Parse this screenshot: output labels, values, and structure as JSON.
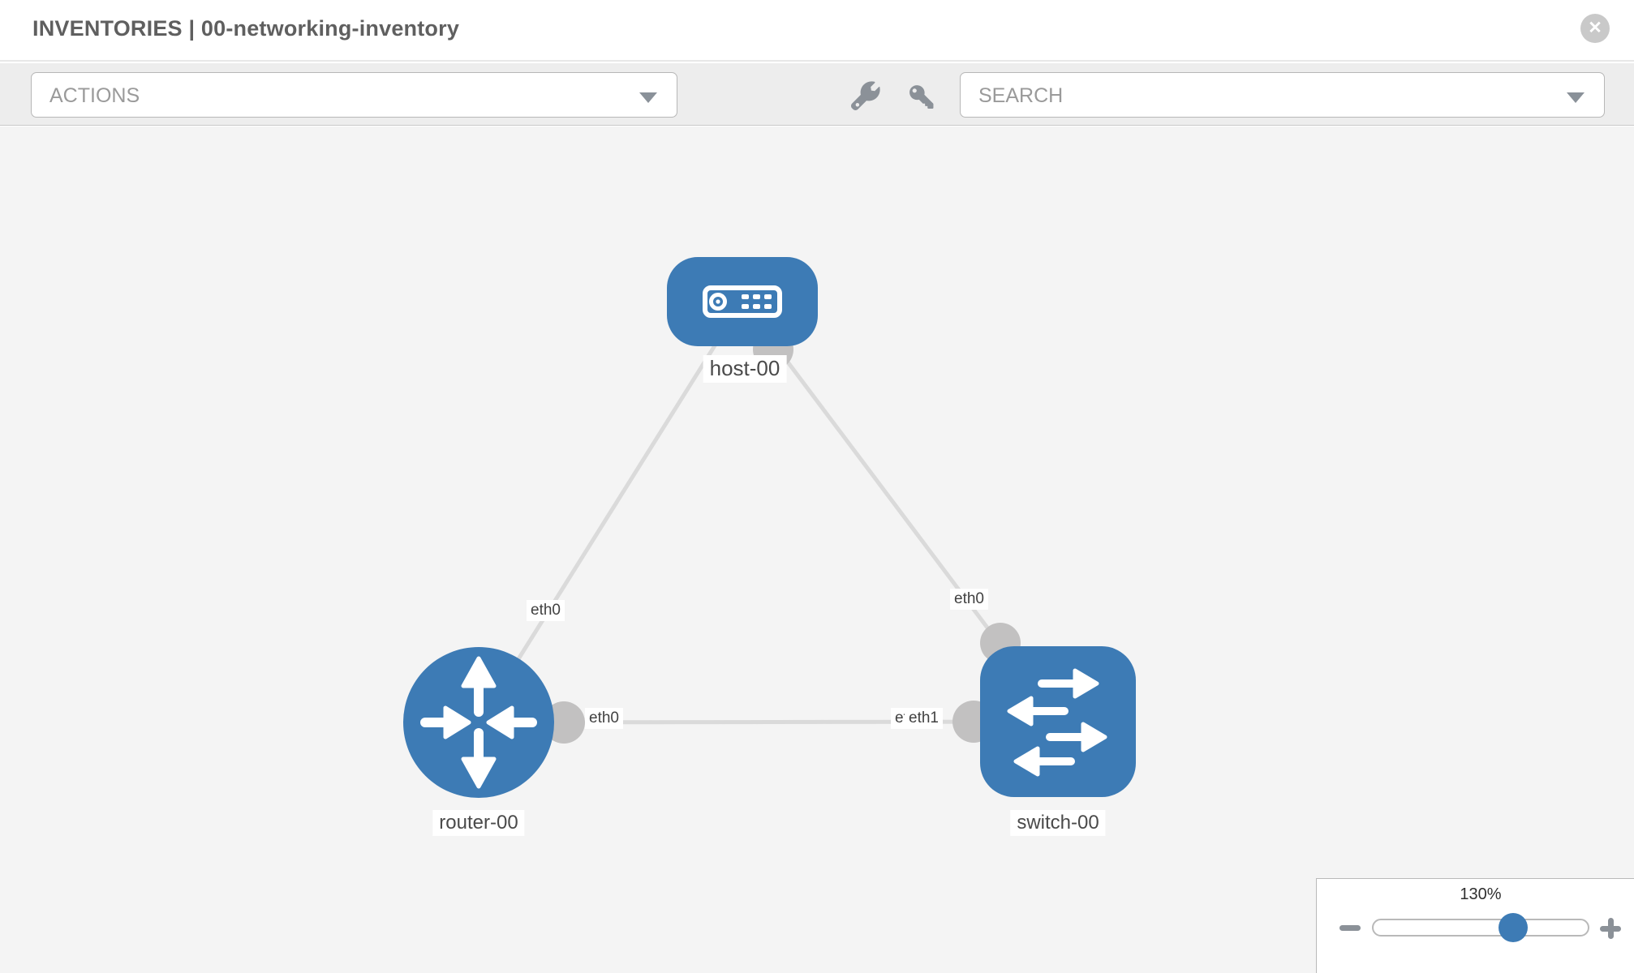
{
  "header": {
    "title": "INVENTORIES | 00-networking-inventory",
    "close_glyph": "✕"
  },
  "toolbar": {
    "actions_placeholder": "ACTIONS",
    "search_placeholder": "SEARCH"
  },
  "topology": {
    "nodes": [
      {
        "id": "host-00",
        "type": "host",
        "label": "host-00"
      },
      {
        "id": "router-00",
        "type": "router",
        "label": "router-00"
      },
      {
        "id": "switch-00",
        "type": "switch",
        "label": "switch-00"
      }
    ],
    "links": [
      {
        "from": "host-00",
        "from_if": "eth0",
        "to": "router-00",
        "to_if": "eth0"
      },
      {
        "from": "host-00",
        "from_if": "eth0",
        "to": "switch-00",
        "to_if": "eth0"
      },
      {
        "from": "router-00",
        "from_if": "eth0",
        "to": "switch-00",
        "to_if": "eth1"
      }
    ],
    "occluded_label": "eth0"
  },
  "zoom_control": {
    "level": "130%"
  },
  "colors": {
    "node_blue": "#3d7bb5",
    "link_gray": "#dadada",
    "port_gray": "#c2c1c1",
    "toolbar_bg": "#ededed",
    "canvas_bg": "#f4f4f4"
  },
  "icons": {
    "wrench": "wrench-icon",
    "key": "key-icon",
    "close": "close-icon",
    "zoom_out": "minus-icon",
    "zoom_in": "plus-icon",
    "caret": "chevron-down-icon"
  }
}
